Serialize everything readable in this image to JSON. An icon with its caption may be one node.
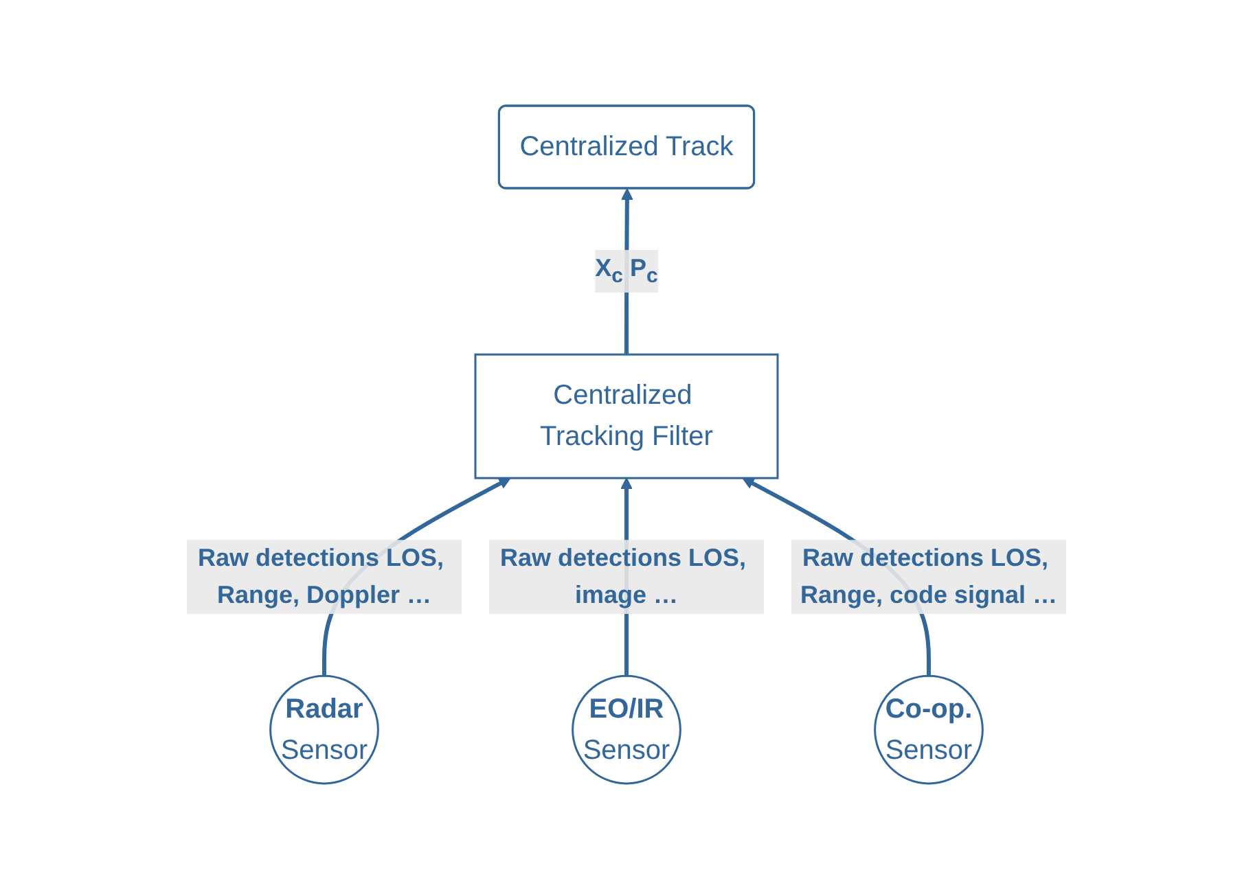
{
  "diagram": {
    "nodes": [
      {
        "text": [
          "Centralized Track"
        ]
      },
      {
        "text": [
          "Centralized Tracking Filter"
        ]
      },
      {
        "text": [
          "Radar",
          "Sensor"
        ]
      },
      {
        "text": [
          "EO/IR",
          "Sensor"
        ]
      },
      {
        "text": [
          "Co-op.",
          "Sensor"
        ]
      }
    ],
    "edges": [
      {
        "from": 1,
        "to": 0,
        "arrow": "to",
        "label": "X$_{c}$ P$_{c}$"
      },
      {
        "from": 2,
        "to": 1,
        "arrow": "to",
        "label": "Raw detections LOS, Range, Doppler …"
      },
      {
        "from": 3,
        "to": 1,
        "arrow": "to",
        "label": "Raw detections LOS, image …"
      },
      {
        "from": 4,
        "to": 1,
        "arrow": "to",
        "label": "Raw detections LOS, Range, code signal …"
      }
    ]
  }
}
